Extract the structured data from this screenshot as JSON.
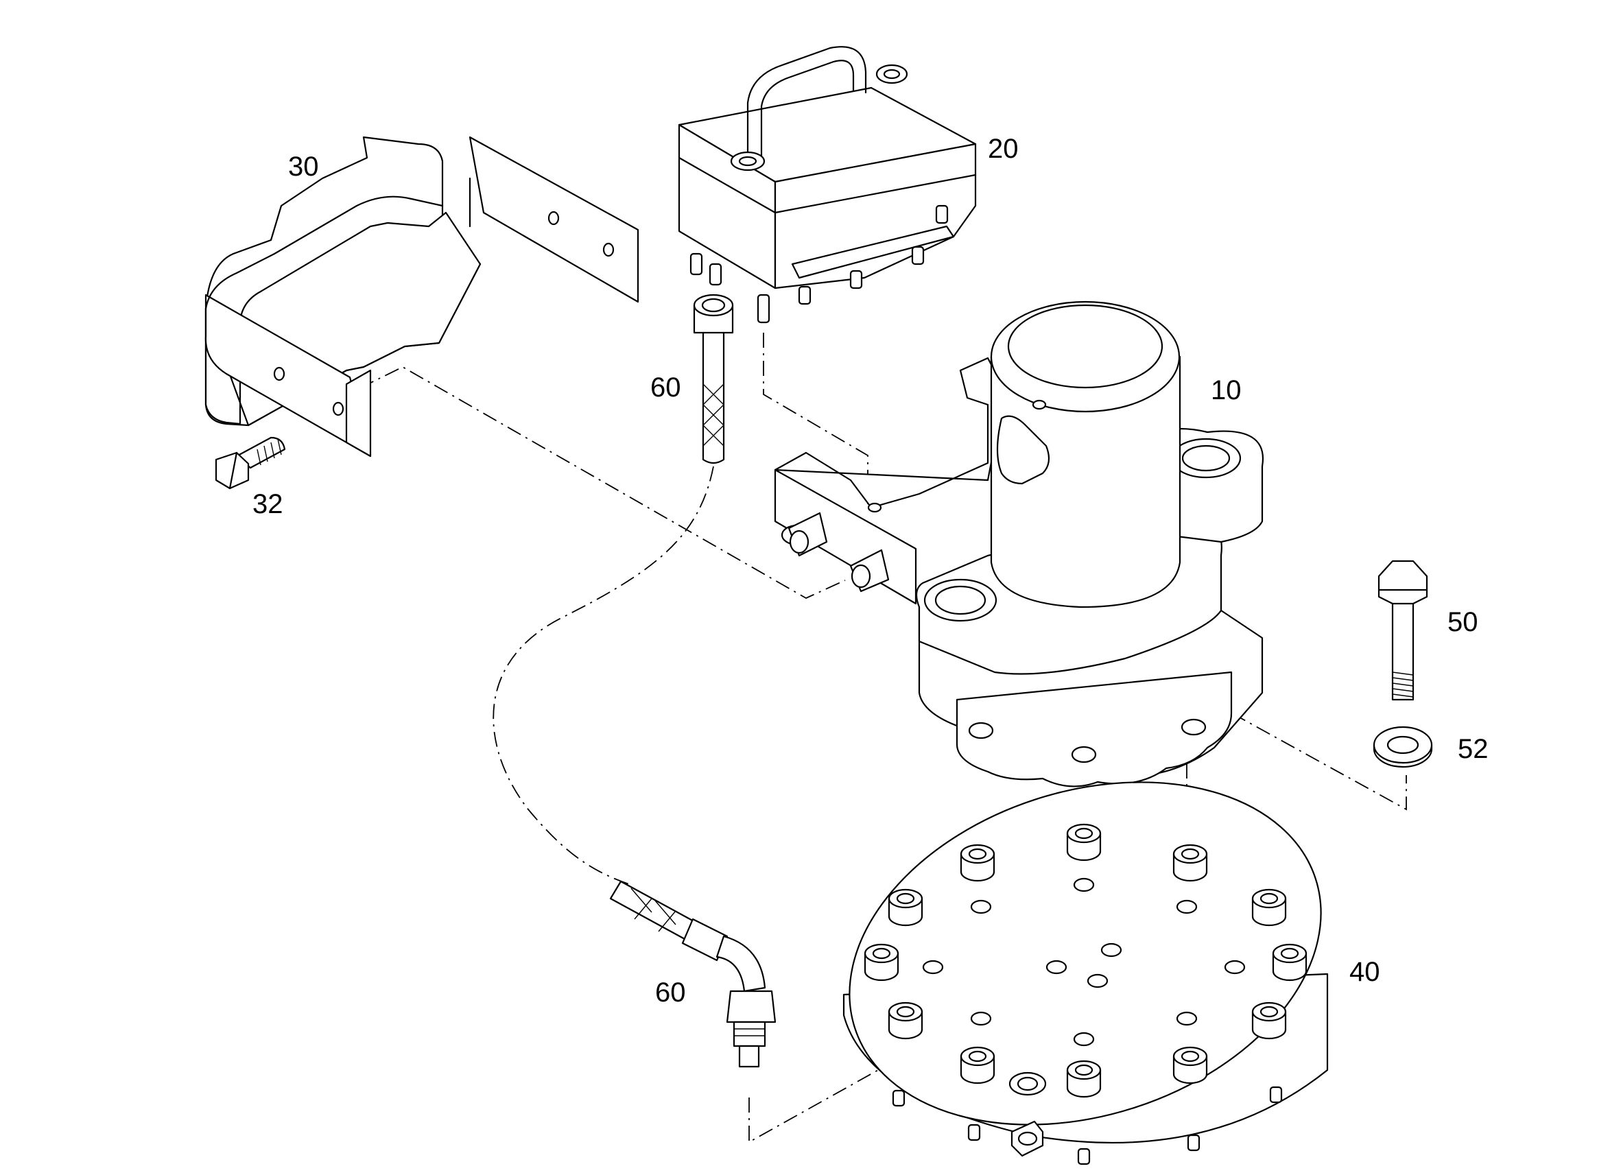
{
  "diagram": {
    "labels": {
      "p10": "10",
      "p20": "20",
      "p30": "30",
      "p32": "32",
      "p40": "40",
      "p50": "50",
      "p52": "52",
      "p60_top": "60",
      "p60_bottom": "60"
    }
  }
}
